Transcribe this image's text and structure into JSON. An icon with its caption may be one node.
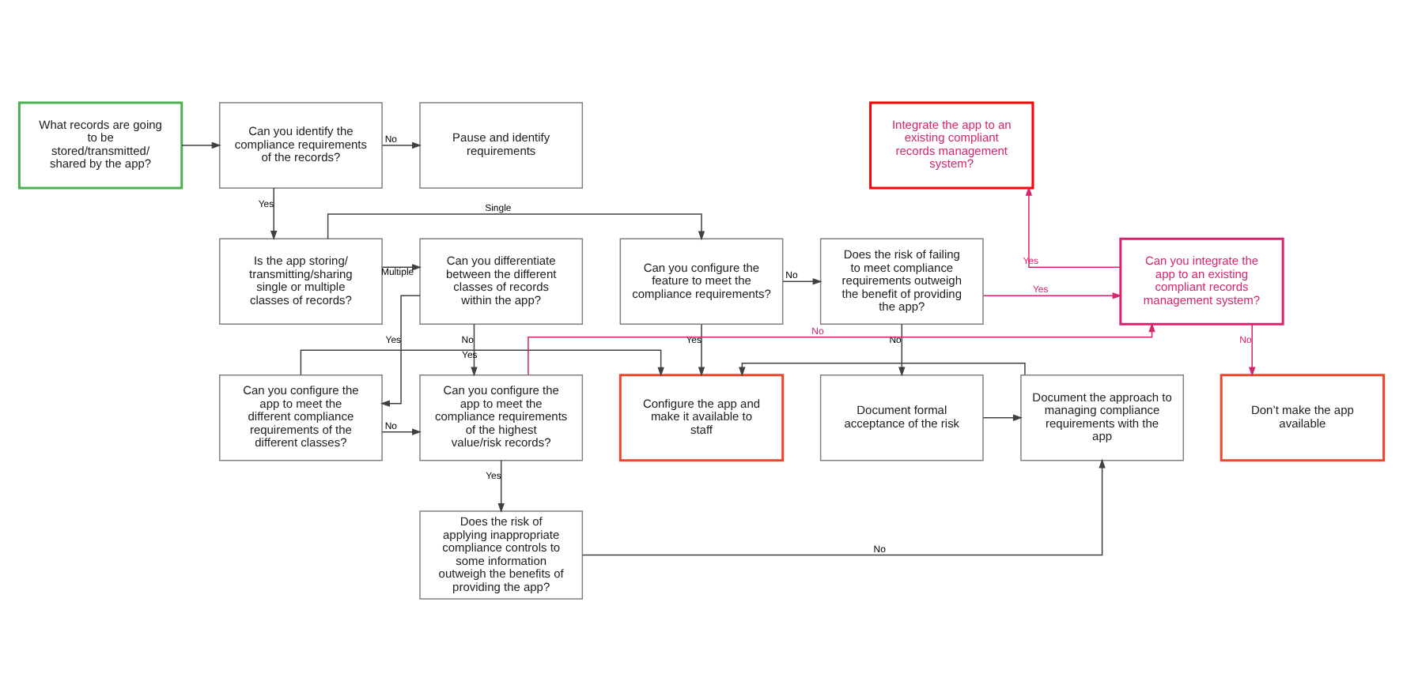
{
  "diagram": {
    "nodes": [
      {
        "text": [
          "What records are going to be stored/transmitted/ shared by the app?"
        ]
      },
      {
        "text": [
          "Can you identify the compliance requirements of the records?"
        ]
      },
      {
        "text": [
          "Pause and identify requirements"
        ]
      },
      {
        "text": [
          "Integrate the app to an existing compliant records management system?"
        ]
      },
      {
        "text": [
          "Does the risk of failing to meet compliance requirements outweigh the benefit of providing the app?"
        ]
      },
      {
        "text": [
          "Can you configure the feature to meet the compliance requirements?"
        ]
      },
      {
        "text": [
          "Is the app storing/ transmitting/sharing single or multiple classes of records?"
        ]
      },
      {
        "text": [
          "Can you differentiate between the different classes of records within the app?"
        ]
      },
      {
        "text": [
          "Can you integrate the app to an existing compliant records management system?"
        ]
      },
      {
        "text": [
          "Document formal acceptance of the risk"
        ]
      },
      {
        "text": [
          "Document the approach to managing compliance requirements with the app"
        ]
      },
      {
        "text": [
          "Configure the app and make it available to staff"
        ]
      },
      {
        "text": [
          "Can you configure the app to meet the different compliance requirements of the different classes?"
        ]
      },
      {
        "text": [
          "Can you configure the app to meet the compliance requirements of the highest value/risk records?"
        ]
      },
      {
        "text": [
          "Don’t make the app available"
        ]
      },
      {
        "text": [
          "Does the risk of applying inappropriate compliance controls to some information outweigh the benefits of providing the app?"
        ]
      }
    ],
    "edges": [
      {
        "from": 0,
        "to": 1,
        "arrow": "to"
      },
      {
        "from": 1,
        "to": 2,
        "arrow": "to",
        "label": "No"
      },
      {
        "from": 1,
        "to": 6,
        "arrow": "to",
        "label": "Yes"
      },
      {
        "from": 6,
        "to": 5,
        "arrow": "to",
        "label": "Single"
      },
      {
        "from": 6,
        "to": 7,
        "arrow": "to",
        "label": "Multiple"
      },
      {
        "from": 5,
        "to": 4,
        "arrow": "to",
        "label": "No"
      },
      {
        "from": 5,
        "to": 11,
        "arrow": "to",
        "label": "Yes"
      },
      {
        "from": 4,
        "to": 8,
        "arrow": "to",
        "label": "Yes",
        "color": "#d6246e"
      },
      {
        "from": 4,
        "to": 9,
        "arrow": "to",
        "label": "No"
      },
      {
        "from": 7,
        "to": 12,
        "arrow": "to",
        "label": "Yes"
      },
      {
        "from": 7,
        "to": 13,
        "arrow": "to",
        "label": "No"
      },
      {
        "from": 9,
        "to": 10,
        "arrow": "to"
      },
      {
        "from": 10,
        "to": 11,
        "arrow": "to"
      },
      {
        "from": 12,
        "to": 11,
        "arrow": "to",
        "label": "Yes"
      },
      {
        "from": 12,
        "to": 13,
        "arrow": "to",
        "label": "No"
      },
      {
        "from": 13,
        "to": 8,
        "arrow": "to",
        "label": "No",
        "color": "#d6246e"
      },
      {
        "from": 13,
        "to": 15,
        "arrow": "to",
        "label": "Yes"
      },
      {
        "from": 15,
        "to": 10,
        "arrow": "to",
        "label": "No"
      },
      {
        "from": 8,
        "to": 3,
        "arrow": "to",
        "label": "Yes",
        "color": "#d6246e"
      },
      {
        "from": 8,
        "to": 14,
        "arrow": "to",
        "label": "No",
        "color": "#d6246e"
      }
    ]
  }
}
